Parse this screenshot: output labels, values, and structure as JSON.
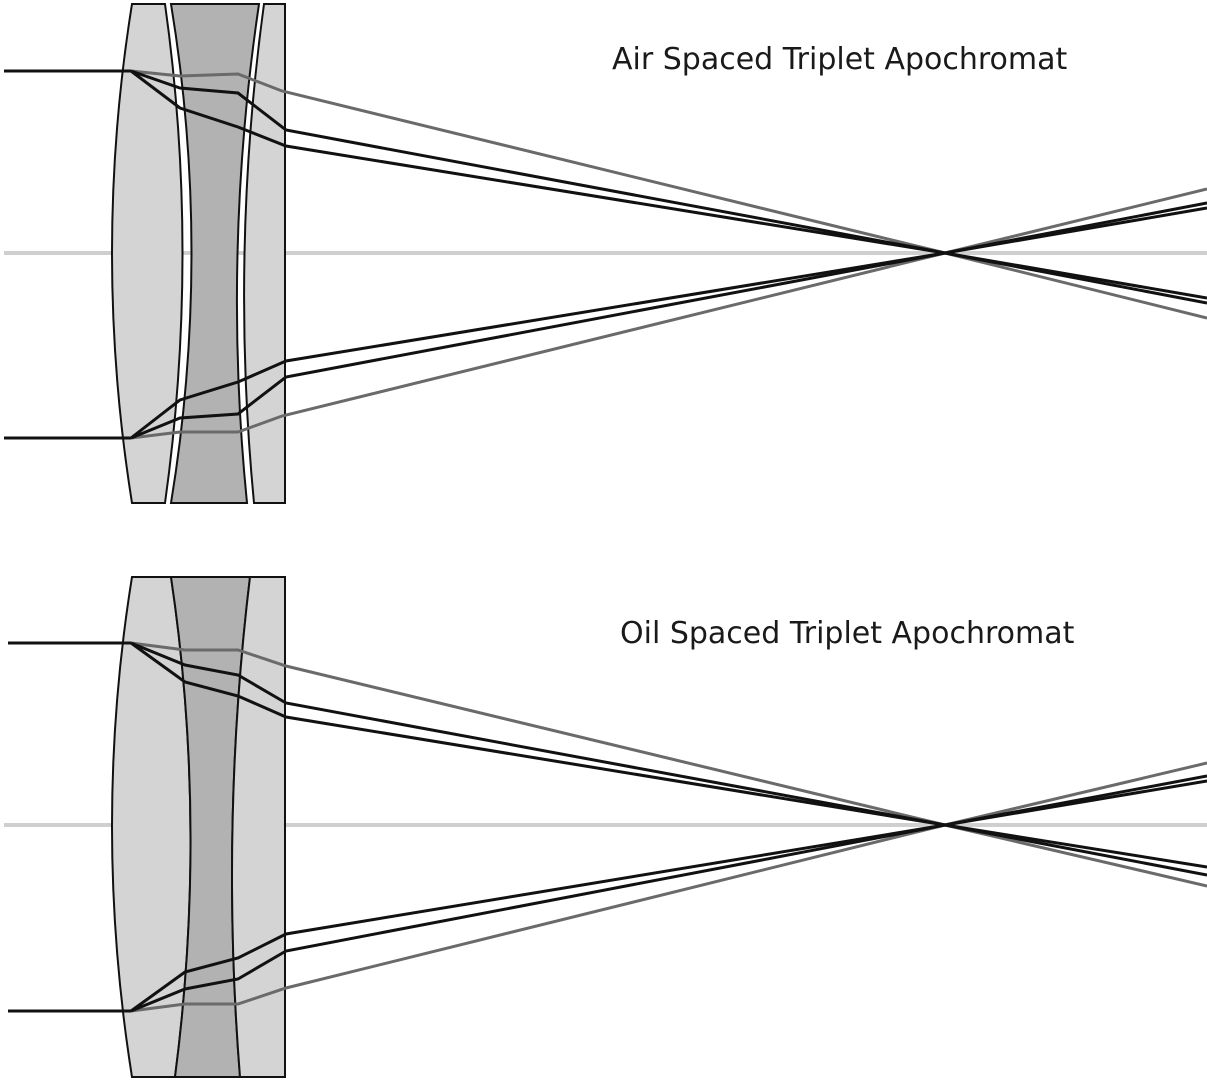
{
  "diagrams": [
    {
      "title": "Air Spaced Triplet Apochromat",
      "spacing": "air"
    },
    {
      "title": "Oil Spaced Triplet Apochromat",
      "spacing": "oil"
    }
  ],
  "colors": {
    "crown_glass": "#d4d4d4",
    "flint_glass": "#b2b2b2",
    "outline": "#111111",
    "optical_axis": "#cfcfcf",
    "ray_dark": "#111111",
    "ray_gray": "#6a6a6a"
  }
}
